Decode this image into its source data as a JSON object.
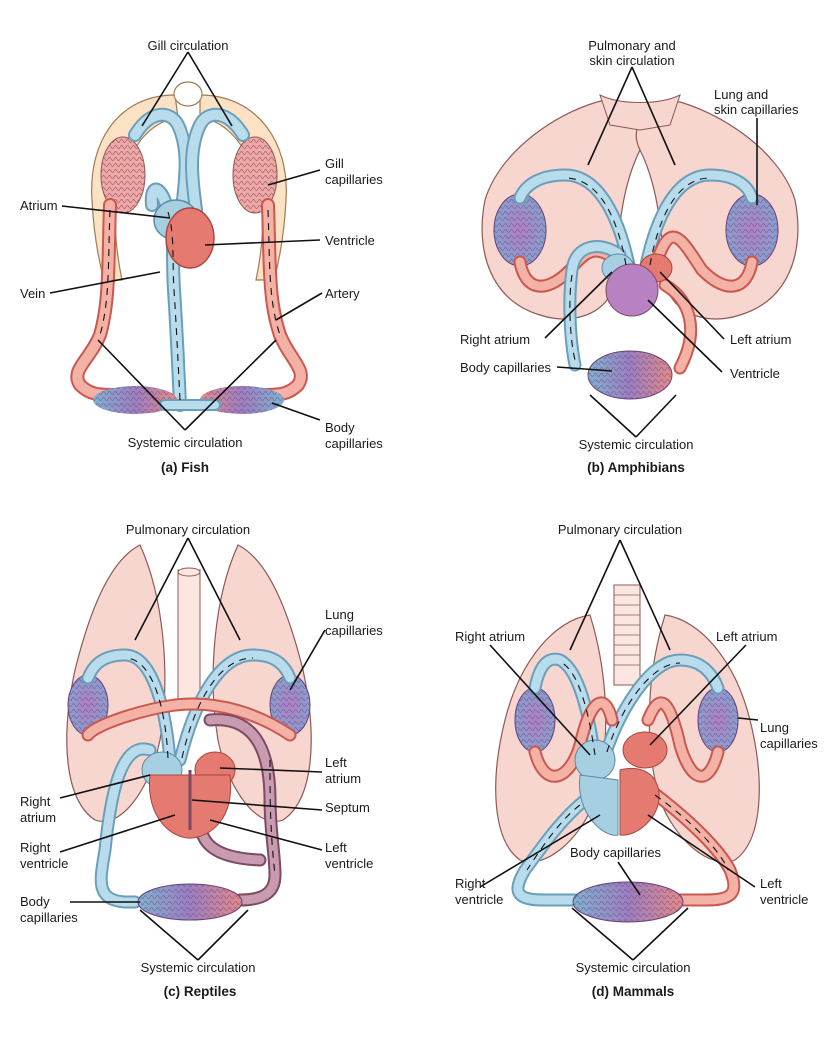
{
  "panels": {
    "fish": {
      "caption": "(a) Fish",
      "labels": {
        "gill_circulation": "Gill circulation",
        "gill_capillaries_1": "Gill",
        "gill_capillaries_2": "capillaries",
        "atrium": "Atrium",
        "ventricle": "Ventricle",
        "vein": "Vein",
        "artery": "Artery",
        "systemic_circulation": "Systemic circulation",
        "body_capillaries_1": "Body",
        "body_capillaries_2": "capillaries"
      }
    },
    "amphibians": {
      "caption": "(b) Amphibians",
      "labels": {
        "pulmonary_skin_1": "Pulmonary and",
        "pulmonary_skin_2": "skin circulation",
        "lung_skin_capillaries_1": "Lung and",
        "lung_skin_capillaries_2": "skin capillaries",
        "right_atrium": "Right atrium",
        "left_atrium": "Left atrium",
        "body_capillaries": "Body capillaries",
        "ventricle": "Ventricle",
        "systemic_circulation": "Systemic circulation"
      }
    },
    "reptiles": {
      "caption": "(c) Reptiles",
      "labels": {
        "pulmonary_circulation": "Pulmonary circulation",
        "lung_capillaries_1": "Lung",
        "lung_capillaries_2": "capillaries",
        "left_atrium_1": "Left",
        "left_atrium_2": "atrium",
        "right_atrium_1": "Right",
        "right_atrium_2": "atrium",
        "septum": "Septum",
        "right_ventricle_1": "Right",
        "right_ventricle_2": "ventricle",
        "left_ventricle_1": "Left",
        "left_ventricle_2": "ventricle",
        "body_capillaries_1": "Body",
        "body_capillaries_2": "capillaries",
        "systemic_circulation": "Systemic circulation"
      }
    },
    "mammals": {
      "caption": "(d) Mammals",
      "labels": {
        "pulmonary_circulation": "Pulmonary circulation",
        "right_atrium": "Right atrium",
        "left_atrium": "Left atrium",
        "lung_capillaries_1": "Lung",
        "lung_capillaries_2": "capillaries",
        "body_capillaries": "Body capillaries",
        "right_ventricle_1": "Right",
        "right_ventricle_2": "ventricle",
        "left_ventricle_1": "Left",
        "left_ventricle_2": "ventricle",
        "systemic_circulation": "Systemic circulation"
      }
    }
  },
  "colors": {
    "deoxygenated": "#b9dcec",
    "oxygenated": "#f4b1a6",
    "mixed": "#c99bb0",
    "capillary_bed": "#9b7fc0",
    "tissue": "#f7d6cf",
    "gill_tissue": "#fbe2c4"
  }
}
